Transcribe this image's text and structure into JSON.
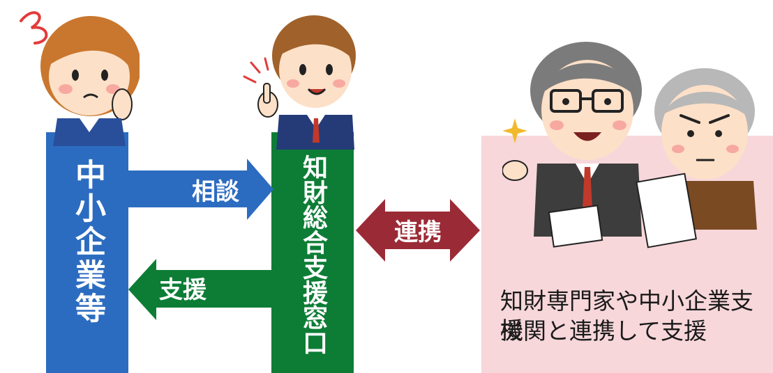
{
  "colors": {
    "blue": "#2c6cc0",
    "green": "#0d7d36",
    "maroon": "#9a2b36",
    "pink": "#f7d7da",
    "arrow_text": "#ffffff"
  },
  "sme": {
    "label": "中小企業等"
  },
  "ip_desk": {
    "label": "知財総合支援窓口"
  },
  "arrows": {
    "consult": "相談",
    "support": "支援",
    "collaborate": "連携"
  },
  "experts": {
    "caption_line1": "知財専門家や中小企業支援",
    "caption_line2": "機関と連携して支援"
  },
  "icons": [
    "confused-woman-icon",
    "pointing-advisor-icon",
    "expert-man-icon",
    "elderly-expert-icon",
    "sparkle-icon",
    "documents-icon"
  ]
}
